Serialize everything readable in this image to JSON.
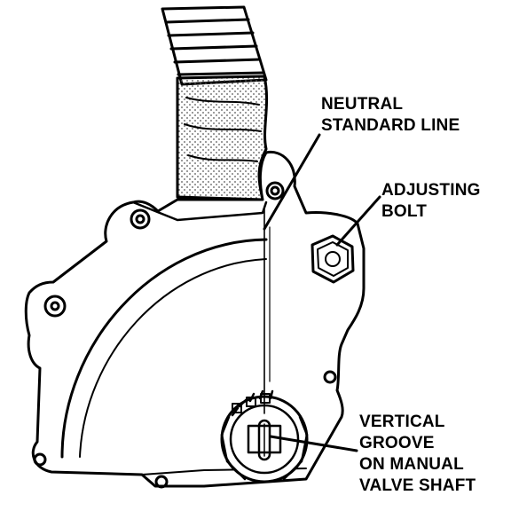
{
  "labels": {
    "neutral_line": [
      "NEUTRAL",
      "STANDARD LINE"
    ],
    "adjusting_bolt": [
      "ADJUSTING",
      "BOLT"
    ],
    "vertical_groove": [
      "VERTICAL",
      "GROOVE",
      "ON MANUAL",
      "VALVE SHAFT"
    ]
  },
  "colors": {
    "ink": "#000000",
    "paper": "#ffffff",
    "shading": "#555555"
  }
}
